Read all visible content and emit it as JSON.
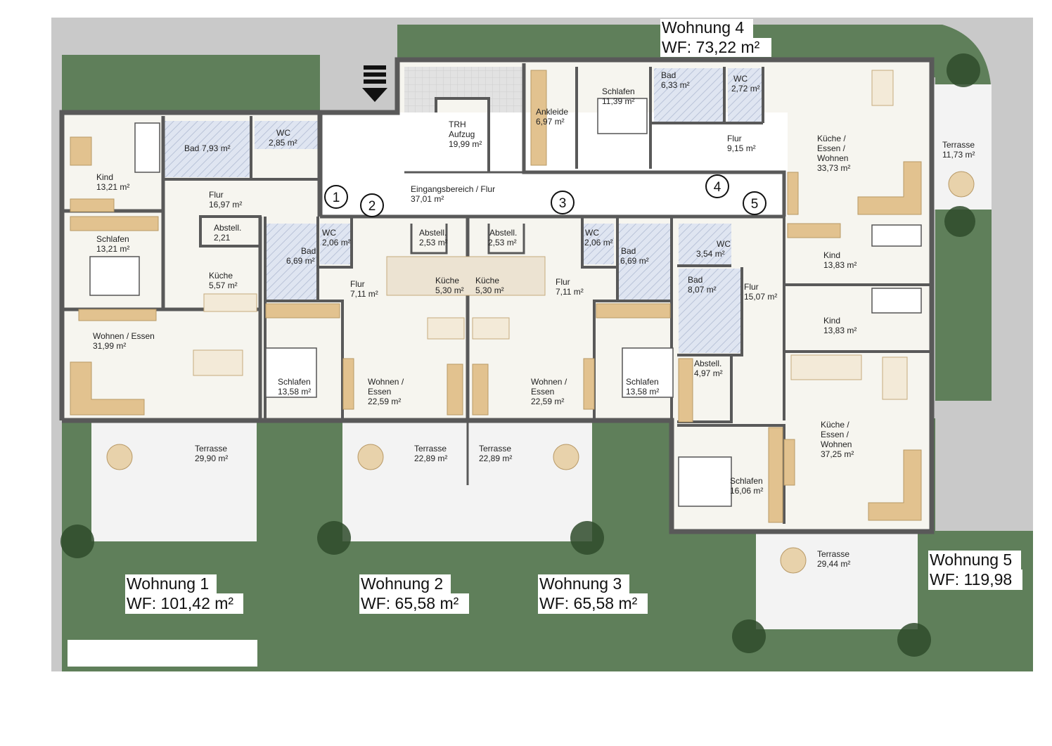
{
  "units": {
    "u1": {
      "name": "Wohnung 1",
      "wf": "WF: 101,42 m²"
    },
    "u2": {
      "name": "Wohnung 2",
      "wf": "WF: 65,58 m²"
    },
    "u3": {
      "name": "Wohnung 3",
      "wf": "WF: 65,58 m²"
    },
    "u4": {
      "name": "Wohnung 4",
      "wf": "WF: 73,22 m²"
    },
    "u5": {
      "name": "Wohnung 5",
      "wf": "WF: 119,98"
    }
  },
  "doors": [
    "1",
    "2",
    "3",
    "4",
    "5"
  ],
  "rooms": {
    "common_entry": {
      "name": "Eingangsbereich / Flur",
      "area": "37,01 m²"
    },
    "stair": {
      "name1": "TRH",
      "name2": "Aufzug",
      "area": "19,99 m²"
    },
    "w1": {
      "kind": {
        "name": "Kind",
        "area": "13,21 m²"
      },
      "bad": {
        "name": "Bad",
        "area": "7,93 m²"
      },
      "wc": {
        "name": "WC",
        "area": "2,85 m²"
      },
      "flur": {
        "name": "Flur",
        "area": "16,97 m²"
      },
      "schlafen": {
        "name": "Schlafen",
        "area": "13,21 m²"
      },
      "abstell": {
        "name": "Abstell.",
        "area": "2,21"
      },
      "kueche": {
        "name": "Küche",
        "area": "5,57 m²"
      },
      "wohnen": {
        "name": "Wohnen / Essen",
        "area": "31,99 m²"
      },
      "terrasse": {
        "name": "Terrasse",
        "area": "29,90 m²"
      }
    },
    "w2": {
      "wc": {
        "name": "WC",
        "area": "2,06 m²"
      },
      "bad": {
        "name": "Bad",
        "area": "6,69 m²"
      },
      "abstell": {
        "name": "Abstell.",
        "area": "2,53 m²"
      },
      "flur": {
        "name": "Flur",
        "area": "7,11 m²"
      },
      "kueche": {
        "name": "Küche",
        "area": "5,30 m²"
      },
      "schlafen": {
        "name": "Schlafen",
        "area": "13,58 m²"
      },
      "wohnen": {
        "name1": "Wohnen /",
        "name2": "Essen",
        "area": "22,59 m²"
      },
      "terrasse": {
        "name": "Terrasse",
        "area": "22,89 m²"
      }
    },
    "w3": {
      "abstell": {
        "name": "Abstell.",
        "area": "2,53 m²"
      },
      "kueche": {
        "name": "Küche",
        "area": "5,30 m²"
      },
      "flur": {
        "name": "Flur",
        "area": "7,11 m²"
      },
      "wc": {
        "name": "WC",
        "area": "2,06 m²"
      },
      "bad": {
        "name": "Bad",
        "area": "6,69 m²"
      },
      "schlafen": {
        "name": "Schlafen",
        "area": "13,58 m²"
      },
      "wohnen": {
        "name1": "Wohnen /",
        "name2": "Essen",
        "area": "22,59 m²"
      },
      "terrasse": {
        "name": "Terrasse",
        "area": "22,89 m²"
      }
    },
    "w4": {
      "ankleide": {
        "name": "Ankleide",
        "area": "6,97 m²"
      },
      "schlafen": {
        "name": "Schlafen",
        "area": "11,39 m²"
      },
      "bad": {
        "name": "Bad",
        "area": "6,33 m²"
      },
      "wc": {
        "name": "WC",
        "area": "2,72 m²"
      },
      "flur": {
        "name": "Flur",
        "area": "9,15 m²"
      },
      "kueche": {
        "name1": "Küche /",
        "name2": "Essen /",
        "name3": "Wohnen",
        "area": "33,73 m²"
      },
      "terrasse": {
        "name": "Terrasse",
        "area": "11,73 m²"
      }
    },
    "w5": {
      "wc": {
        "name": "WC",
        "area": "3,54 m²"
      },
      "bad": {
        "name": "Bad",
        "area": "8,07 m²"
      },
      "flur": {
        "name": "Flur",
        "area": "15,07 m²"
      },
      "abstell": {
        "name": "Abstell.",
        "area": "4,97 m²"
      },
      "kind1": {
        "name": "Kind",
        "area": "13,83 m²"
      },
      "kind2": {
        "name": "Kind",
        "area": "13,83 m²"
      },
      "kueche": {
        "name1": "Küche /",
        "name2": "Essen /",
        "name3": "Wohnen",
        "area": "37,25 m²"
      },
      "schlafen": {
        "name": "Schlafen",
        "area": "16,06 m²"
      },
      "terrasse": {
        "name": "Terrasse",
        "area": "29,44 m²"
      }
    }
  },
  "colors": {
    "lawn": "#5f7f5a",
    "paving": "#c9c9c9",
    "floor": "#f6f5ef",
    "wall": "#595959",
    "bath": "#cdd6ea",
    "furniture": "#e2c28f",
    "terrace": "#f3f3f3"
  }
}
